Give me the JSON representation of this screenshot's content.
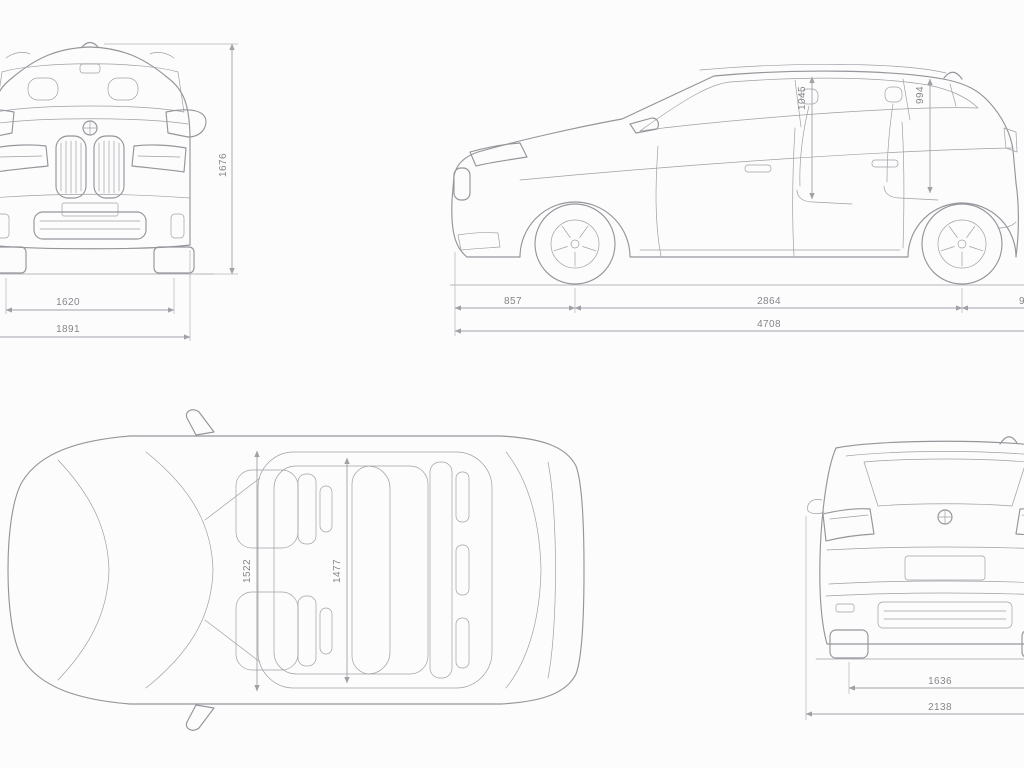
{
  "canvas": {
    "background": "#fcfcfc",
    "car_line_color": "#94969b",
    "dimension_line_color": "#a0a2a7",
    "dimension_text_color": "#84868b"
  },
  "views": {
    "front": {
      "dims": {
        "height": "1676",
        "track": "1620",
        "width": "1891"
      }
    },
    "side": {
      "dims": {
        "headroom_front": "1045",
        "headroom_rear": "994",
        "front_overhang": "857",
        "wheelbase": "2864",
        "rear_overhang_clipped": "9",
        "length": "4708"
      }
    },
    "top": {
      "dims": {
        "interior_width_front": "1522",
        "interior_width_rear": "1477"
      }
    },
    "rear": {
      "dims": {
        "track_rear": "1636",
        "width_incl_mirrors": "2138"
      }
    }
  }
}
